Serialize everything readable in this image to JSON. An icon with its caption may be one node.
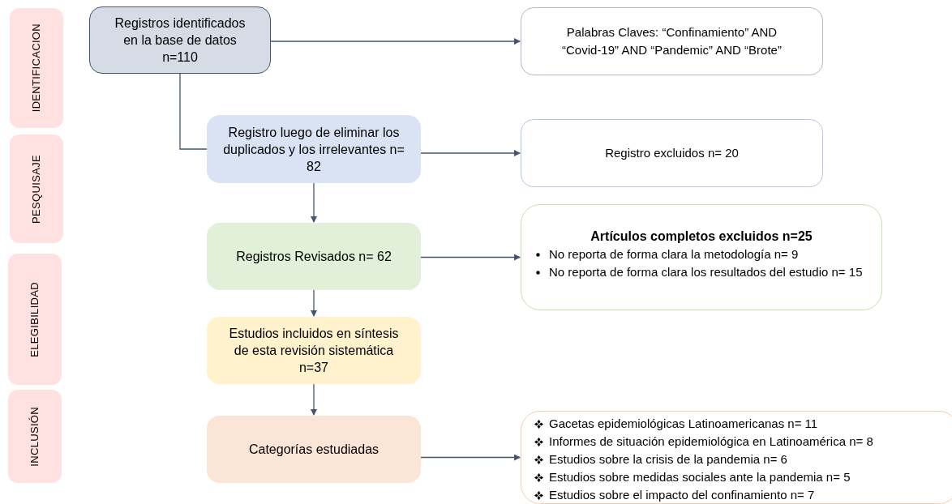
{
  "diagram": {
    "nodes": [
      {
        "text": [
          "IDENTIFICACION"
        ]
      },
      {
        "text": [
          "PESQUISAJE"
        ]
      },
      {
        "text": [
          "ELEGIBILIDAD"
        ]
      },
      {
        "text": [
          "INCLUSIÓN"
        ]
      },
      {
        "text": [
          "Registros identificados en la base de datos n=110"
        ]
      },
      {
        "text": [
          "Palabras Claves: “Confinamiento” AND “Covid-19” AND “Pandemic” AND “Brote”"
        ]
      },
      {
        "text": [
          "Registro luego de eliminar los duplicados y los irrelevantes n= 82"
        ]
      },
      {
        "text": [
          "Registro excluidos n= 20"
        ]
      },
      {
        "text": [
          "Registros Revisados n= 62"
        ]
      },
      {
        "text": [
          "Artículos completos excluidos n=25",
          "No reporta de forma clara la metodología n= 9",
          "No reporta de forma clara los resultados del estudio n= 15"
        ]
      },
      {
        "text": [
          "Estudios incluidos en síntesis de esta revisión sistemática n=37"
        ]
      },
      {
        "text": [
          "Categorías estudiadas"
        ]
      },
      {
        "text": [
          "Gacetas epidemiológicas Latinoamericanas n= 11",
          "Informes de situación epidemiológica en Latinoamérica n= 8",
          "Estudios sobre la crisis de la pandemia n= 6",
          "Estudios sobre medidas sociales ante la pandemia n= 5",
          "Estudios sobre el impacto del confinamiento n= 7"
        ]
      }
    ],
    "edges": [
      {
        "from": 4,
        "to": 5,
        "arrow": "to"
      },
      {
        "from": 4,
        "to": 6,
        "arrow": "none"
      },
      {
        "from": 6,
        "to": 7,
        "arrow": "to"
      },
      {
        "from": 6,
        "to": 8,
        "arrow": "to"
      },
      {
        "from": 8,
        "to": 9,
        "arrow": "to"
      },
      {
        "from": 8,
        "to": 10,
        "arrow": "to"
      },
      {
        "from": 10,
        "to": 11,
        "arrow": "to"
      },
      {
        "from": 11,
        "to": 12,
        "arrow": "to"
      }
    ]
  }
}
